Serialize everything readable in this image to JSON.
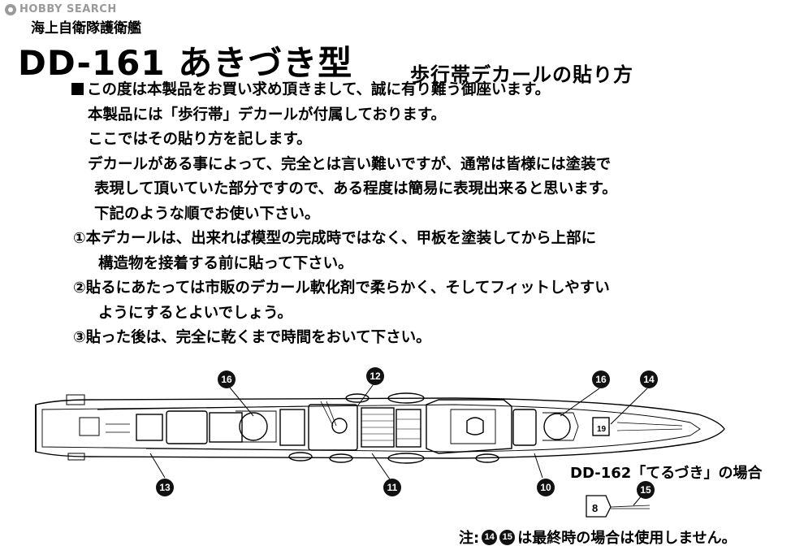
{
  "watermark": {
    "text": "HOBBY SEARCH"
  },
  "header": {
    "category": "海上自衛隊護衛艦",
    "title": "DD-161 あきづき型",
    "subtitle": "歩行帯デカールの貼り方"
  },
  "intro": {
    "lines": [
      "この度は本製品をお買い求め頂きまして、誠に有り難う御座います。",
      "本製品には「歩行帯」デカールが付属しております。",
      "ここではその貼り方を記します。",
      "デカールがある事によって、完全とは言い難いですが、通常は皆様には塗装で",
      "表現して頂いていた部分ですので、ある程度は簡易に表現出来ると思います。",
      "下記のような順でお使い下さい。"
    ]
  },
  "steps": [
    {
      "lines": [
        "①本デカールは、出来れば模型の完成時ではなく、甲板を塗装してから上部に",
        "構造物を接着する前に貼って下さい。"
      ]
    },
    {
      "lines": [
        "②貼るにあたっては市販のデカール軟化剤で柔らかく、そしてフィットしやすい",
        "ようにするとよいでしょう。"
      ]
    },
    {
      "lines": [
        "③貼った後は、完全に乾くまで時間をおいて下さい。"
      ]
    }
  ],
  "diagram": {
    "callouts": {
      "c16a": "16",
      "c12": "12",
      "c16b": "16",
      "c14": "14",
      "c13": "13",
      "c11": "11",
      "c10": "10",
      "c15": "15"
    },
    "hull_marking": "19"
  },
  "variant": {
    "label": "DD-162「てるづき」の場合"
  },
  "note": {
    "prefix": "注:",
    "ref_a": "14",
    "ref_b": "15",
    "text": "は最終時の場合は使用しません。"
  }
}
